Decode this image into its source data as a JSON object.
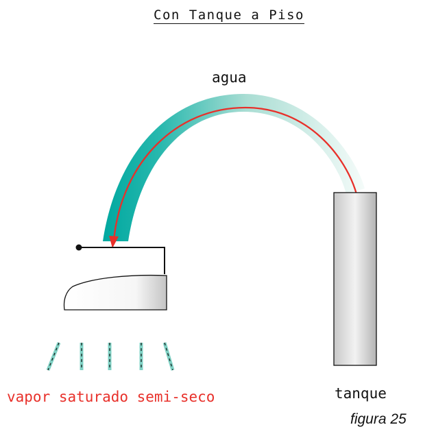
{
  "title": "Con Tanque a Piso",
  "labels": {
    "water": "agua",
    "tank": "tanque",
    "steam": "vapor saturado semi-seco",
    "figure": "figura 25"
  },
  "colors": {
    "water_arc": "#00a8a0",
    "flow_arrow": "#e8302a",
    "steam_label": "#e8302a",
    "steam_lines": "#7fd1c4",
    "outline": "#111111"
  }
}
